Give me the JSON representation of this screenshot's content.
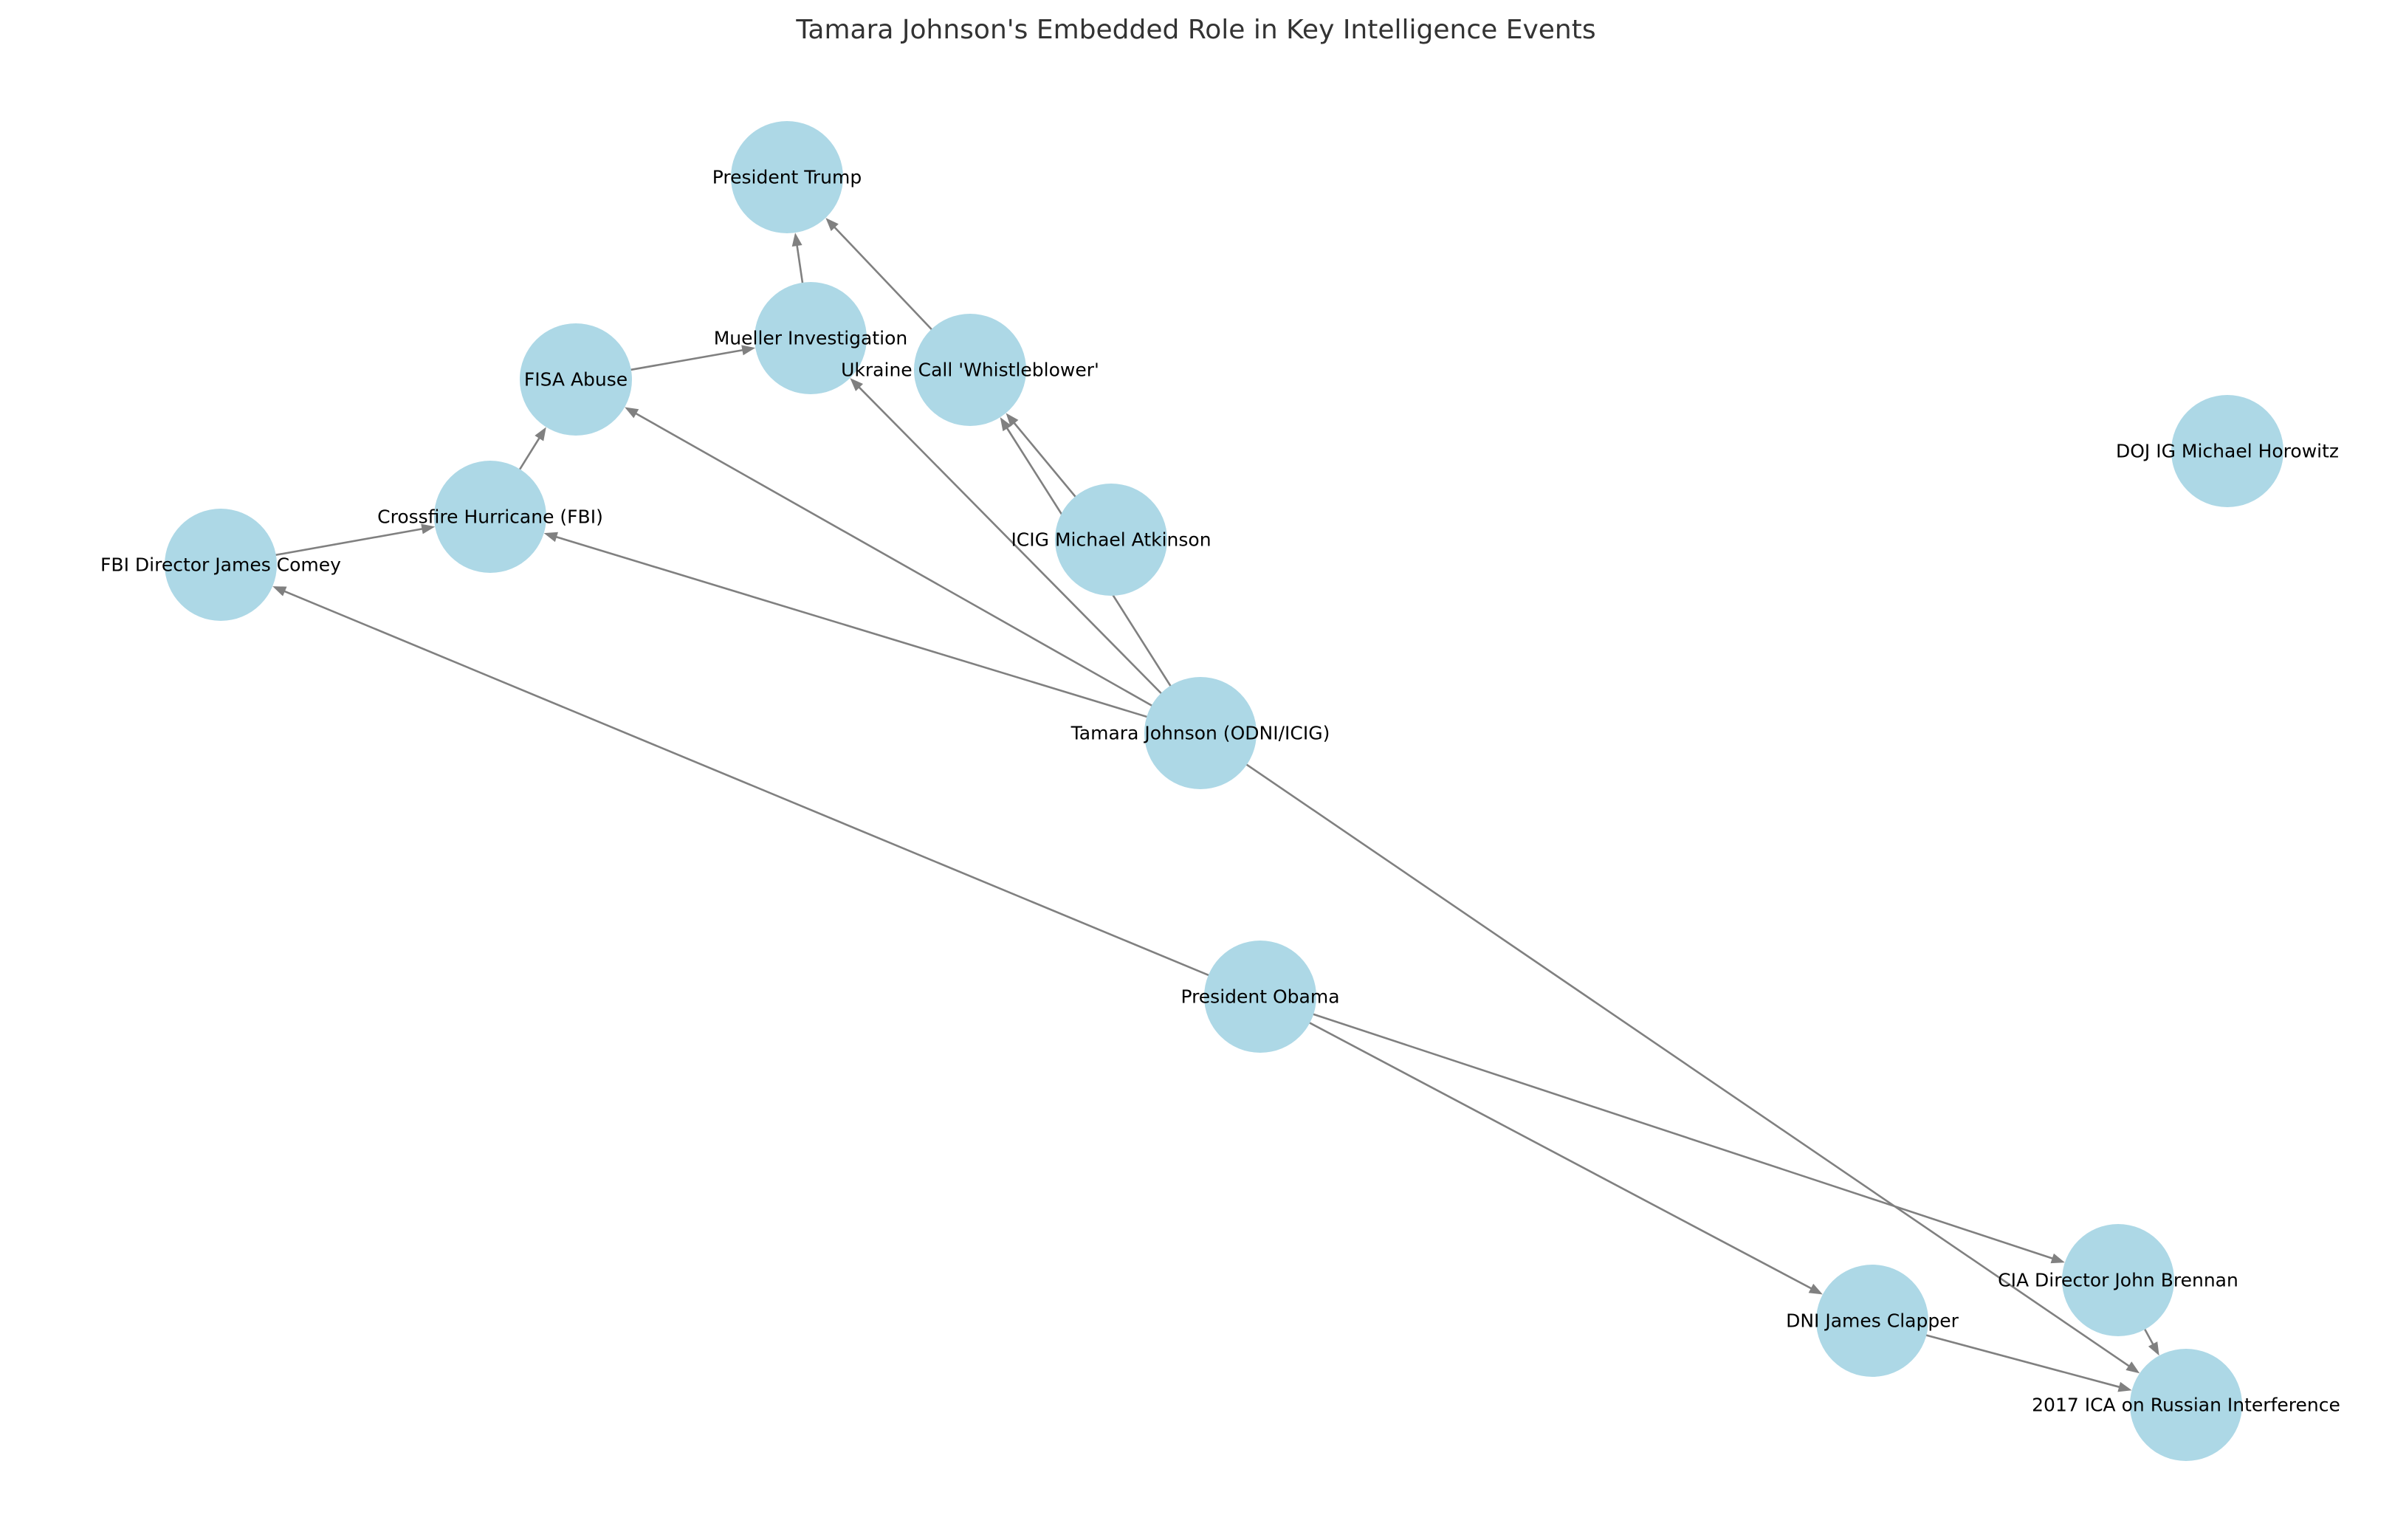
{
  "title": "Tamara Johnson's Embedded Role in Key Intelligence Events",
  "colors": {
    "node_fill": "#add8e6",
    "edge": "#808080",
    "label": "#000000",
    "title": "#333333",
    "background": "#ffffff"
  },
  "nodes": [
    {
      "id": "trump",
      "label": "President Trump"
    },
    {
      "id": "mueller",
      "label": "Mueller Investigation"
    },
    {
      "id": "ukraine",
      "label": "Ukraine Call 'Whistleblower'"
    },
    {
      "id": "fisa",
      "label": "FISA Abuse"
    },
    {
      "id": "crossfire",
      "label": "Crossfire Hurricane (FBI)"
    },
    {
      "id": "comey",
      "label": "FBI Director James Comey"
    },
    {
      "id": "atkinson",
      "label": "ICIG Michael Atkinson"
    },
    {
      "id": "horowitz",
      "label": "DOJ IG Michael Horowitz"
    },
    {
      "id": "johnson",
      "label": "Tamara Johnson (ODNI/ICIG)"
    },
    {
      "id": "obama",
      "label": "President Obama"
    },
    {
      "id": "brennan",
      "label": "CIA Director John Brennan"
    },
    {
      "id": "clapper",
      "label": "DNI James Clapper"
    },
    {
      "id": "ica",
      "label": "2017 ICA on Russian Interference"
    }
  ],
  "edges": [
    {
      "from": "mueller",
      "to": "trump"
    },
    {
      "from": "ukraine",
      "to": "trump"
    },
    {
      "from": "fisa",
      "to": "mueller"
    },
    {
      "from": "crossfire",
      "to": "fisa"
    },
    {
      "from": "comey",
      "to": "crossfire"
    },
    {
      "from": "atkinson",
      "to": "ukraine"
    },
    {
      "from": "johnson",
      "to": "ukraine"
    },
    {
      "from": "johnson",
      "to": "mueller"
    },
    {
      "from": "johnson",
      "to": "fisa"
    },
    {
      "from": "johnson",
      "to": "crossfire"
    },
    {
      "from": "johnson",
      "to": "ica"
    },
    {
      "from": "obama",
      "to": "comey"
    },
    {
      "from": "obama",
      "to": "brennan"
    },
    {
      "from": "obama",
      "to": "clapper"
    },
    {
      "from": "brennan",
      "to": "ica"
    },
    {
      "from": "clapper",
      "to": "ica"
    }
  ]
}
